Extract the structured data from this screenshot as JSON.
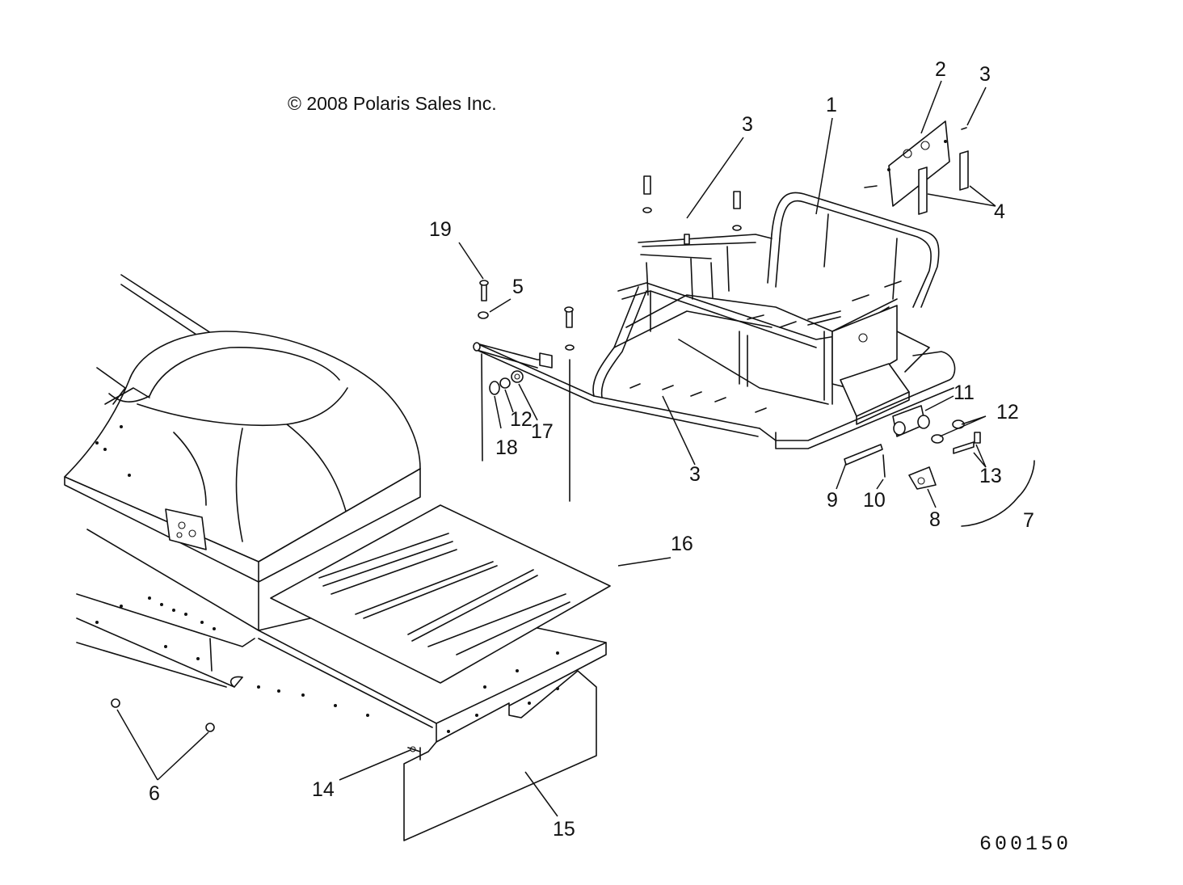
{
  "copyright": "© 2008 Polaris Sales Inc.",
  "drawing_number": "600150",
  "callouts": [
    {
      "id": "c1",
      "label": "1"
    },
    {
      "id": "c2",
      "label": "2"
    },
    {
      "id": "c3a",
      "label": "3"
    },
    {
      "id": "c3b",
      "label": "3"
    },
    {
      "id": "c3c",
      "label": "3"
    },
    {
      "id": "c4",
      "label": "4"
    },
    {
      "id": "c5",
      "label": "5"
    },
    {
      "id": "c6",
      "label": "6"
    },
    {
      "id": "c7",
      "label": "7"
    },
    {
      "id": "c8",
      "label": "8"
    },
    {
      "id": "c9",
      "label": "9"
    },
    {
      "id": "c10",
      "label": "10"
    },
    {
      "id": "c11",
      "label": "11"
    },
    {
      "id": "c12a",
      "label": "12"
    },
    {
      "id": "c12b",
      "label": "12"
    },
    {
      "id": "c13",
      "label": "13"
    },
    {
      "id": "c14",
      "label": "14"
    },
    {
      "id": "c15",
      "label": "15"
    },
    {
      "id": "c16",
      "label": "16"
    },
    {
      "id": "c17",
      "label": "17"
    },
    {
      "id": "c18",
      "label": "18"
    },
    {
      "id": "c19",
      "label": "19"
    }
  ]
}
